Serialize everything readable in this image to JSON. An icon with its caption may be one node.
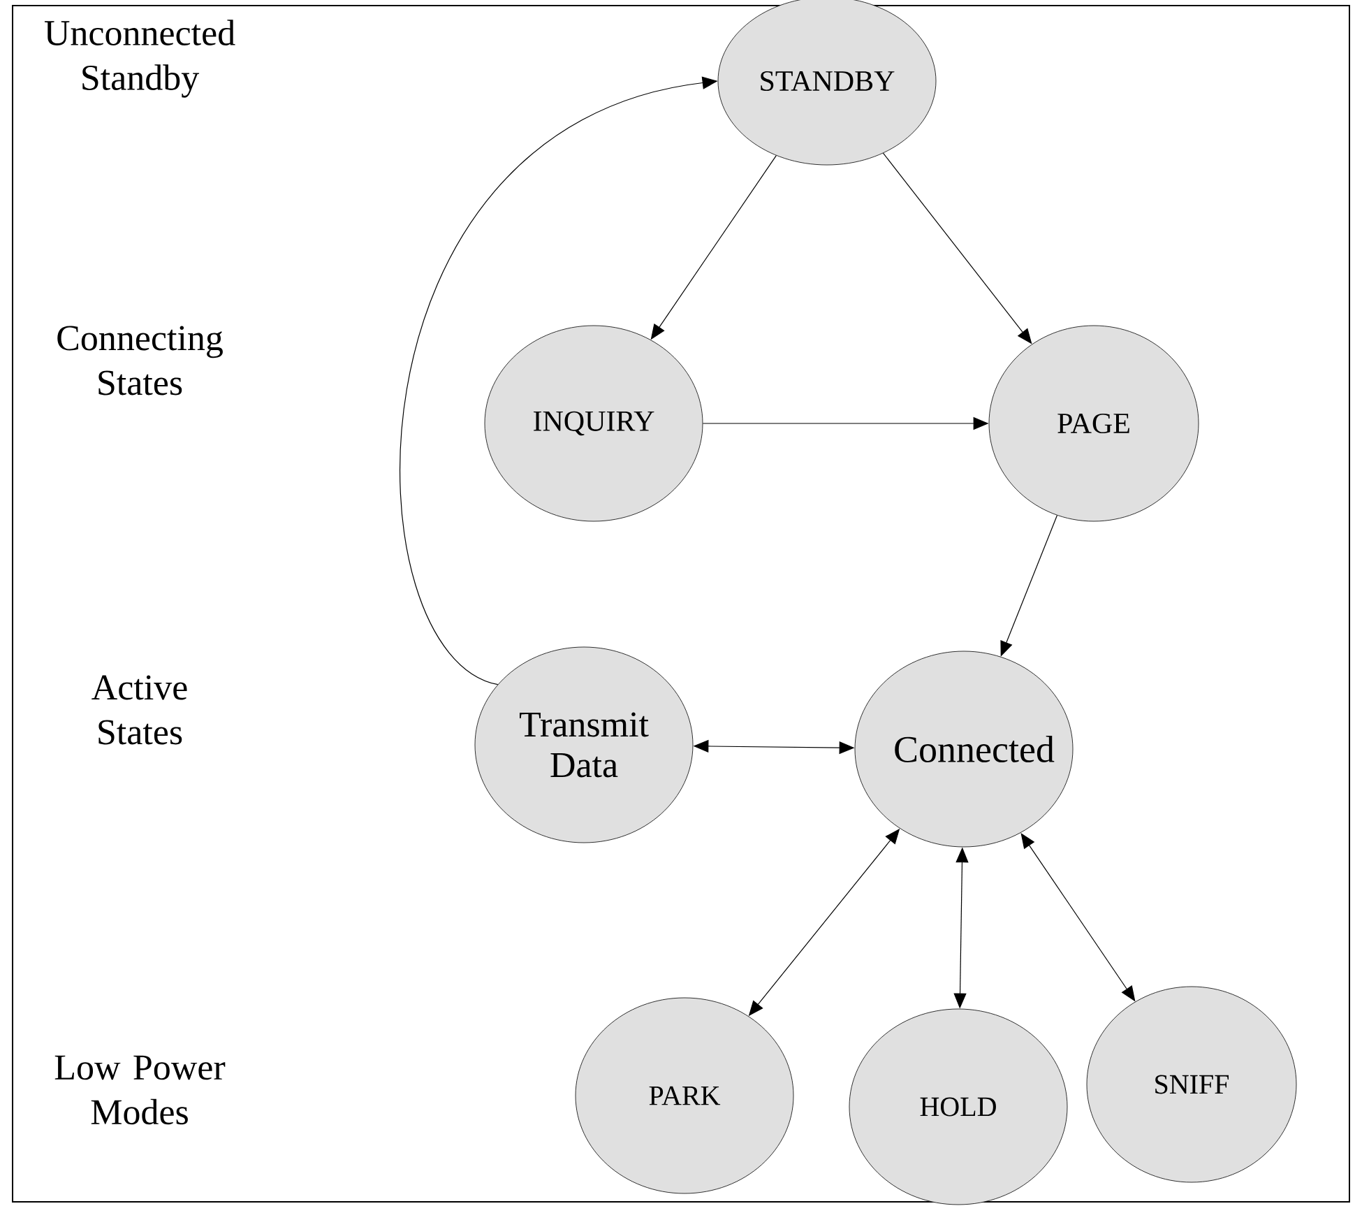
{
  "diagram": {
    "nodes": [
      {
        "text": [
          "STANDBY"
        ]
      },
      {
        "text": [
          "INQUIRY"
        ]
      },
      {
        "text": [
          "PAGE"
        ]
      },
      {
        "text": [
          "Transmit Data"
        ]
      },
      {
        "text": [
          "Connected"
        ]
      },
      {
        "text": [
          "PARK"
        ]
      },
      {
        "text": [
          "HOLD"
        ]
      },
      {
        "text": [
          "SNIFF"
        ]
      }
    ],
    "edges": [
      {
        "from": 0,
        "to": 1,
        "arrow": "to"
      },
      {
        "from": 0,
        "to": 2,
        "arrow": "to"
      },
      {
        "from": 1,
        "to": 2,
        "arrow": "to"
      },
      {
        "from": 2,
        "to": 4,
        "arrow": "to"
      },
      {
        "from": 3,
        "to": 0,
        "arrow": "to"
      },
      {
        "from": 3,
        "to": 4,
        "arrow": "both"
      },
      {
        "from": 4,
        "to": 5,
        "arrow": "both"
      },
      {
        "from": 4,
        "to": 6,
        "arrow": "both"
      },
      {
        "from": 4,
        "to": 7,
        "arrow": "both"
      }
    ],
    "labels": [
      "Unconnected Standby",
      "Connecting States",
      "Active States",
      "Low Power Modes"
    ]
  }
}
